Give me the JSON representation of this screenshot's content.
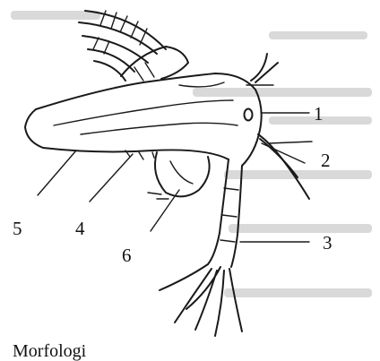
{
  "diagram": {
    "labels": [
      {
        "id": "1",
        "text": "1"
      },
      {
        "id": "2",
        "text": "2"
      },
      {
        "id": "3",
        "text": "3"
      },
      {
        "id": "4",
        "text": "4"
      },
      {
        "id": "5",
        "text": "5"
      },
      {
        "id": "6",
        "text": "6"
      }
    ],
    "caption": "Morfologi"
  },
  "colors": {
    "ink": "#1a1a1a",
    "background": "#ffffff",
    "faded_text": "#d9d9d9"
  }
}
